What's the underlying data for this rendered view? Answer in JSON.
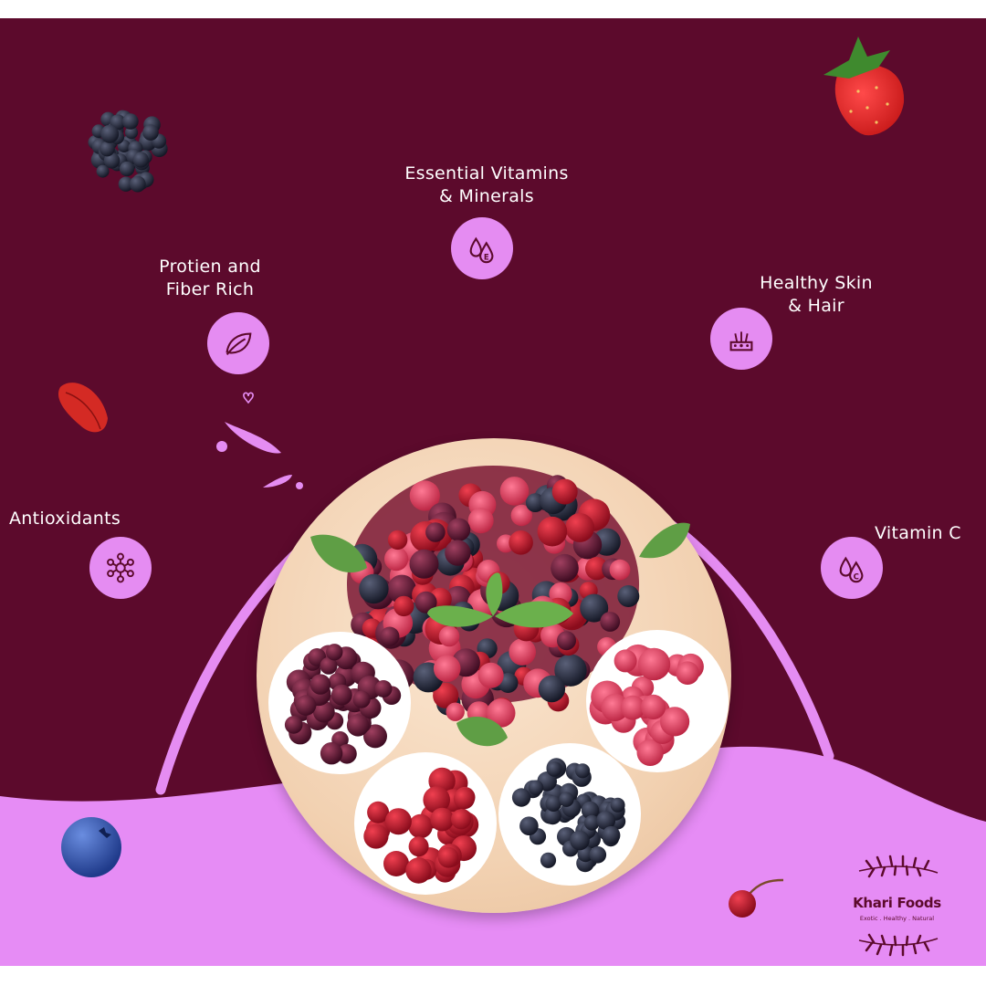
{
  "benefits": {
    "vitamins": {
      "label": "Essential Vitamins\n& Minerals",
      "icon": "vitamin-e-drop-icon"
    },
    "protein": {
      "label": "Protien and\nFiber Rich",
      "icon": "leaf-icon"
    },
    "skin": {
      "label": "Healthy Skin\n& Hair",
      "icon": "hair-follicle-icon"
    },
    "antioxidants": {
      "label": "Antioxidants",
      "icon": "molecule-icon"
    },
    "vitamin_c": {
      "label": "Vitamin C",
      "icon": "vitamin-c-drop-icon"
    }
  },
  "brand": {
    "name": "Khari Foods",
    "tagline": "Exotic . Healthy . Natural"
  },
  "colors": {
    "background": "#5c0a2c",
    "accent": "#e58cf2",
    "lilac": "#e68cf5"
  }
}
